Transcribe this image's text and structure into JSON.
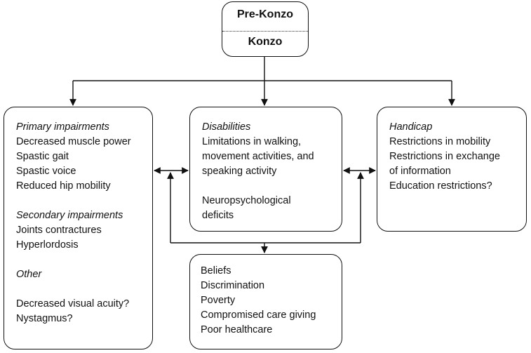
{
  "top": {
    "line1": "Pre-Konzo",
    "line2": "Konzo"
  },
  "left": {
    "primary_heading": "Primary impairments",
    "primary_items": [
      "Decreased muscle power",
      "Spastic gait",
      "Spastic voice",
      "Reduced hip mobility"
    ],
    "secondary_heading": "Secondary impairments",
    "secondary_items": [
      "Joints contractures",
      "Hyperlordosis"
    ],
    "other_heading": "Other",
    "other_items": [
      "Decreased visual acuity?",
      "Nystagmus?"
    ]
  },
  "middle": {
    "heading": "Disabilities",
    "items1": [
      "Limitations in walking,",
      "movement activities, and",
      "speaking activity"
    ],
    "items2": [
      "Neuropsychological",
      "deficits"
    ]
  },
  "right": {
    "heading": "Handicap",
    "items": [
      "Restrictions in mobility",
      "Restrictions in exchange",
      "of information",
      "Education restrictions?"
    ]
  },
  "bottom": {
    "items": [
      "Beliefs",
      "Discrimination",
      "Poverty",
      "Compromised care giving",
      "Poor healthcare"
    ]
  }
}
